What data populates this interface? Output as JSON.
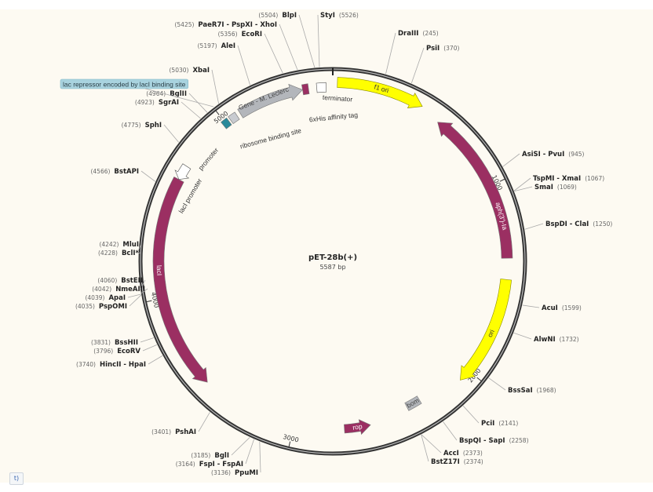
{
  "plasmid": {
    "name": "pET-28b(+)",
    "length_label": "5587 bp",
    "length": 5587
  },
  "highlight_label": "lac repressor encoded by lacI binding site",
  "tick_labels": [
    "1000",
    "2000",
    "3000",
    "4000",
    "5000"
  ],
  "features": [
    {
      "name": "f1 ori",
      "start": 23,
      "end": 466,
      "kind": "origin",
      "dir": 1,
      "color": "#ffff00"
    },
    {
      "name": "aph(3')-Ia",
      "start": 574,
      "end": 1381,
      "kind": "cds",
      "dir": -1,
      "color": "#9b2f62"
    },
    {
      "name": "ori",
      "start": 1490,
      "end": 2064,
      "kind": "origin",
      "dir": 1,
      "color": "#ffff00"
    },
    {
      "name": "bom",
      "start": 2297,
      "end": 2375,
      "kind": "misc",
      "dir": 0,
      "color": "#b3b6bb"
    },
    {
      "name": "rop",
      "start": 2592,
      "end": 2732,
      "kind": "cds",
      "dir": -1,
      "color": "#9b2f62"
    },
    {
      "name": "lacI",
      "start": 3508,
      "end": 4625,
      "kind": "cds",
      "dir": -1,
      "color": "#9b2f62"
    },
    {
      "name": "lacI promoter",
      "start": 4625,
      "end": 4703,
      "kind": "promoter",
      "dir": -1,
      "color": "#ffffff"
    },
    {
      "name": "promoter",
      "start": 4985,
      "end": 5020,
      "kind": "promoter",
      "dir": 0,
      "color": "#2a8a9a"
    },
    {
      "name": "ribosome binding site",
      "start": 5030,
      "end": 5070,
      "kind": "rbs",
      "dir": 0,
      "color": "#c8cbd0"
    },
    {
      "name": "Gene - M. Leclerc",
      "start": 5090,
      "end": 5432,
      "kind": "gene",
      "dir": 1,
      "color": "#b3b6bb"
    },
    {
      "name": "6xHis affinity tag",
      "start": 5432,
      "end": 5463,
      "kind": "tag",
      "dir": 0,
      "color": "#9b2f62"
    },
    {
      "name": "terminator",
      "start": 5505,
      "end": 5553,
      "kind": "terminator",
      "dir": 0,
      "color": "#ffffff"
    }
  ],
  "sites": [
    {
      "name": "PaeR7I - PspXI - XhoI",
      "pos": "5425"
    },
    {
      "name": "BlpI",
      "pos": "5504"
    },
    {
      "name": "StyI",
      "pos": "5526"
    },
    {
      "name": "EcoRI",
      "pos": "5356"
    },
    {
      "name": "AleI",
      "pos": "5197"
    },
    {
      "name": "XbaI",
      "pos": "5030"
    },
    {
      "name": "BglII",
      "pos": "4964"
    },
    {
      "name": "SgrAI",
      "pos": "4923"
    },
    {
      "name": "SphI",
      "pos": "4775"
    },
    {
      "name": "BstAPI",
      "pos": "4566"
    },
    {
      "name": "MluI",
      "pos": "4242"
    },
    {
      "name": "BclI*",
      "pos": "4228"
    },
    {
      "name": "BstEII",
      "pos": "4060"
    },
    {
      "name": "NmeAIII",
      "pos": "4042"
    },
    {
      "name": "ApaI",
      "pos": "4039"
    },
    {
      "name": "PspOMI",
      "pos": "4035"
    },
    {
      "name": "BssHII",
      "pos": "3831"
    },
    {
      "name": "EcoRV",
      "pos": "3796"
    },
    {
      "name": "HincII - HpaI",
      "pos": "3740"
    },
    {
      "name": "PshAI",
      "pos": "3401"
    },
    {
      "name": "BglI",
      "pos": "3185"
    },
    {
      "name": "FspI - FspAI",
      "pos": "3164"
    },
    {
      "name": "PpuMI",
      "pos": "3136"
    },
    {
      "name": "DraIII",
      "pos": "245"
    },
    {
      "name": "PsiI",
      "pos": "370"
    },
    {
      "name": "AsiSI - PvuI",
      "pos": "945"
    },
    {
      "name": "TspMI - XmaI",
      "pos": "1067"
    },
    {
      "name": "SmaI",
      "pos": "1069"
    },
    {
      "name": "BspDI - ClaI",
      "pos": "1250"
    },
    {
      "name": "AcuI",
      "pos": "1599"
    },
    {
      "name": "AlwNI",
      "pos": "1732"
    },
    {
      "name": "BssSaI",
      "pos": "1968"
    },
    {
      "name": "PciI",
      "pos": "2141"
    },
    {
      "name": "BspQI - SapI",
      "pos": "2258"
    },
    {
      "name": "AccI",
      "pos": "2373"
    },
    {
      "name": "BstZ17I",
      "pos": "2374"
    }
  ],
  "bottom_tab": "t)"
}
